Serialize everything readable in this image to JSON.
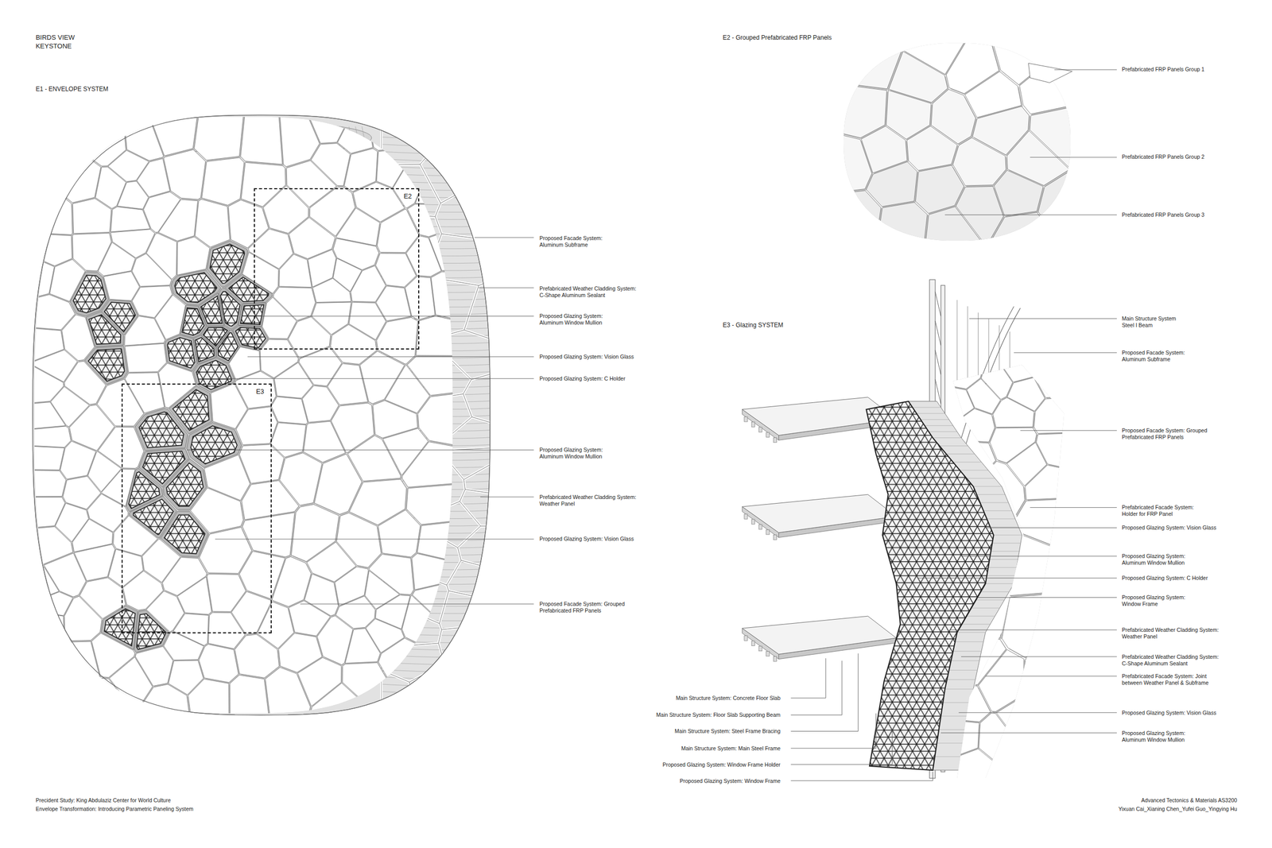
{
  "diagram": {
    "title": "BIRDS VIEW KEYSTONE",
    "nodes": [
      {
        "text": [
          "E2"
        ]
      },
      {
        "text": [
          "E3"
        ]
      }
    ],
    "labels": [
      "E1 - ENVELOPE SYSTEM",
      "E2 - Grouped Prefabricated FRP Panels",
      "E3 - Glazing SYSTEM",
      "Proposed Facade System: Aluminum Subframe",
      "Prefabricated Weather Cladding System: C-Shape Aluminum Sealant",
      "Proposed Glazing System: Aluminum Window Mullion",
      "Proposed Glazing System: Vision Glass",
      "Proposed Glazing System: C Holder",
      "Proposed Glazing System: Aluminum Window Mullion",
      "Prefabricated Weather Cladding System: Weather Panel",
      "Proposed Glazing System: Vision Glass",
      "Proposed Facade System: Grouped Prefabricated FRP Panels",
      "Prefabricated FRP Panels Group 1",
      "Prefabricated FRP Panels Group 2",
      "Prefabricated FRP Panels Group 3",
      "Main Structure System Steel I Beam",
      "Proposed Facade System: Aluminum Subframe",
      "Proposed Facade System: Grouped Prefabricated FRP Panels",
      "Prefabricated Facade System: Holder for FRP Panel",
      "Proposed Glazing System: Vision Glass",
      "Proposed Glazing System: Aluminum Window Mullion",
      "Proposed Glazing System: C Holder",
      "Proposed Glazing System: Window Frame",
      "Prefabricated Weather Cladding System: Weather Panel",
      "Prefabricated Weather Cladding System: C-Shape Aluminum Sealant",
      "Prefabricated Facade System: Joint between Weather Panel & Subframe",
      "Proposed Glazing System: Vision Glass",
      "Proposed Glazing System: Aluminum Window Mullion",
      "Main Structure System: Concrete Floor Slab",
      "Main Structure System: Floor Slab Supporting Beam",
      "Main Structure System: Steel Frame Bracing",
      "Main Structure System: Main Steel Frame",
      "Proposed Glazing System: Window Frame Holder",
      "Proposed Glazing System: Window Frame",
      "Precident Study: King Abdulaziz Center for World Culture",
      "Envelope Transformation: Introducing Parametric Paneling System",
      "Advanced Tectonics & Materials AS3200",
      "Yixuan Cai_Xianing Chen_Yufei Guo_Yingying Hu"
    ]
  }
}
